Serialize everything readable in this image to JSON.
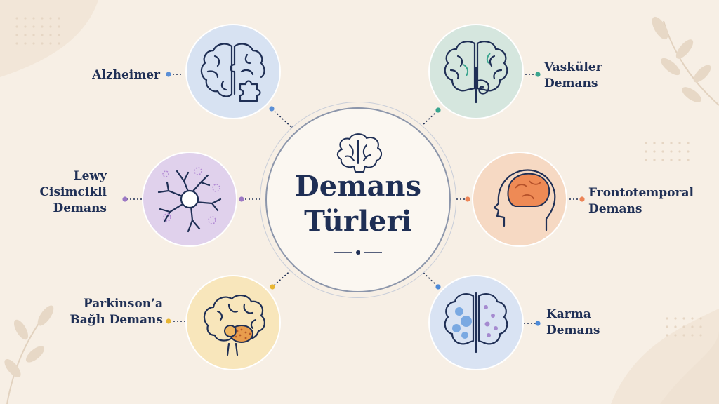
{
  "title": {
    "line1": "Demans",
    "line2": "Türleri"
  },
  "types": [
    {
      "id": "alzheimer",
      "lines": [
        "Alzheimer"
      ],
      "color": "#5b8fd6",
      "fill": "#d7e2f2",
      "icon": "brain-puzzle-icon"
    },
    {
      "id": "lewy",
      "lines": [
        "Lewy",
        "Cisimcikli",
        "Demans"
      ],
      "color": "#9c78c4",
      "fill": "#e0d1ec",
      "icon": "neuron-icon"
    },
    {
      "id": "parkinson",
      "lines": [
        "Parkinson’a",
        "Bağlı Demans"
      ],
      "color": "#e7b533",
      "fill": "#f8e6bb",
      "icon": "brain-basal-ganglia-icon"
    },
    {
      "id": "vaskuler",
      "lines": [
        "Vasküler",
        "Demans"
      ],
      "color": "#3aa58e",
      "fill": "#d5e6de",
      "icon": "brain-vessels-icon"
    },
    {
      "id": "frontotemporal",
      "lines": [
        "Frontotemporal",
        "Demans"
      ],
      "color": "#ec8456",
      "fill": "#f6d9c3",
      "icon": "head-brain-frontal-icon"
    },
    {
      "id": "karma",
      "lines": [
        "Karma",
        "Demans"
      ],
      "color": "#4d8ad8",
      "fill": "#d9e3f3",
      "icon": "brain-mixed-icon"
    }
  ],
  "colors": {
    "ink": "#1f2f55",
    "background": "#f7efe5"
  }
}
